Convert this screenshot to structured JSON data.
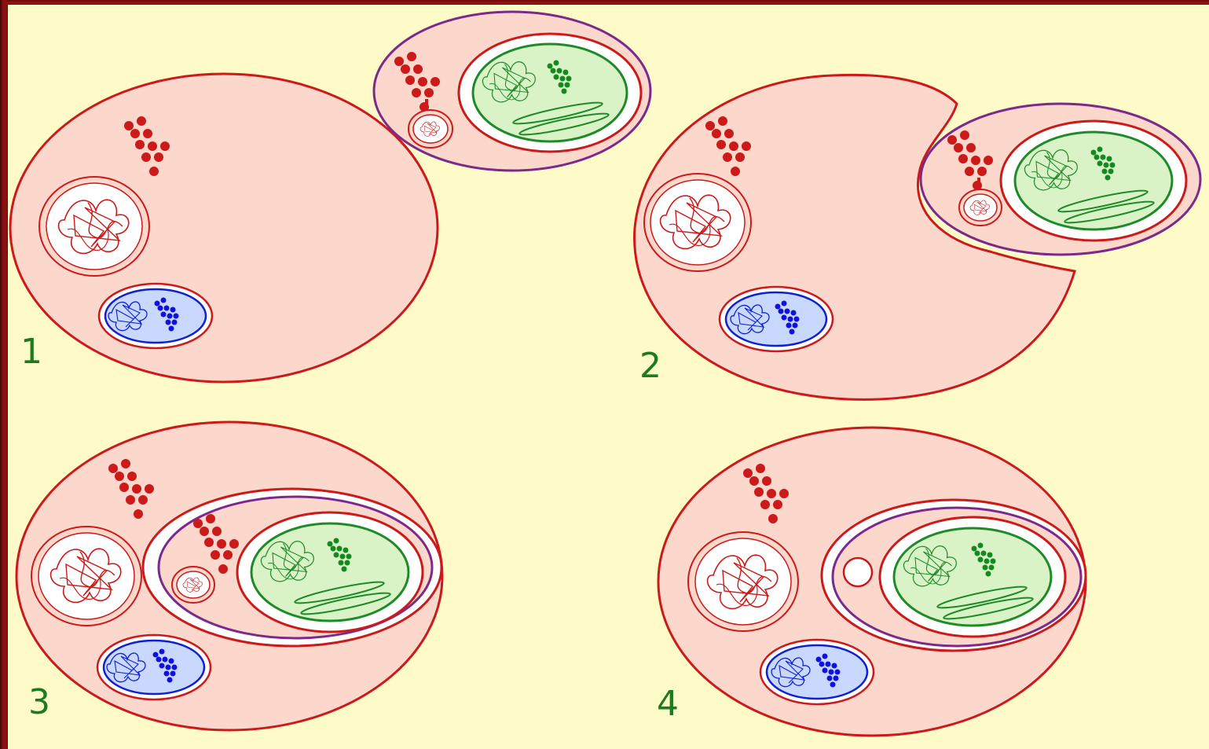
{
  "stages": [
    {
      "label": "1"
    },
    {
      "label": "2"
    },
    {
      "label": "3"
    },
    {
      "label": "4"
    }
  ],
  "colors": {
    "background": "#fefbc9",
    "host_cytoplasm": "#fcd7cb",
    "membrane_red": "#cc1a1a",
    "symbiont_membrane": "#7b2a8c",
    "chloroplast_fill": "#d9f2c6",
    "chloroplast_stroke": "#1f8a2a",
    "mitochondrion_fill": "#c8d8ff",
    "mitochondrion_stroke": "#1020d0",
    "ribosome_red": "#cc1a1a",
    "ribosome_green": "#138a1f",
    "ribosome_blue": "#1010e0"
  }
}
